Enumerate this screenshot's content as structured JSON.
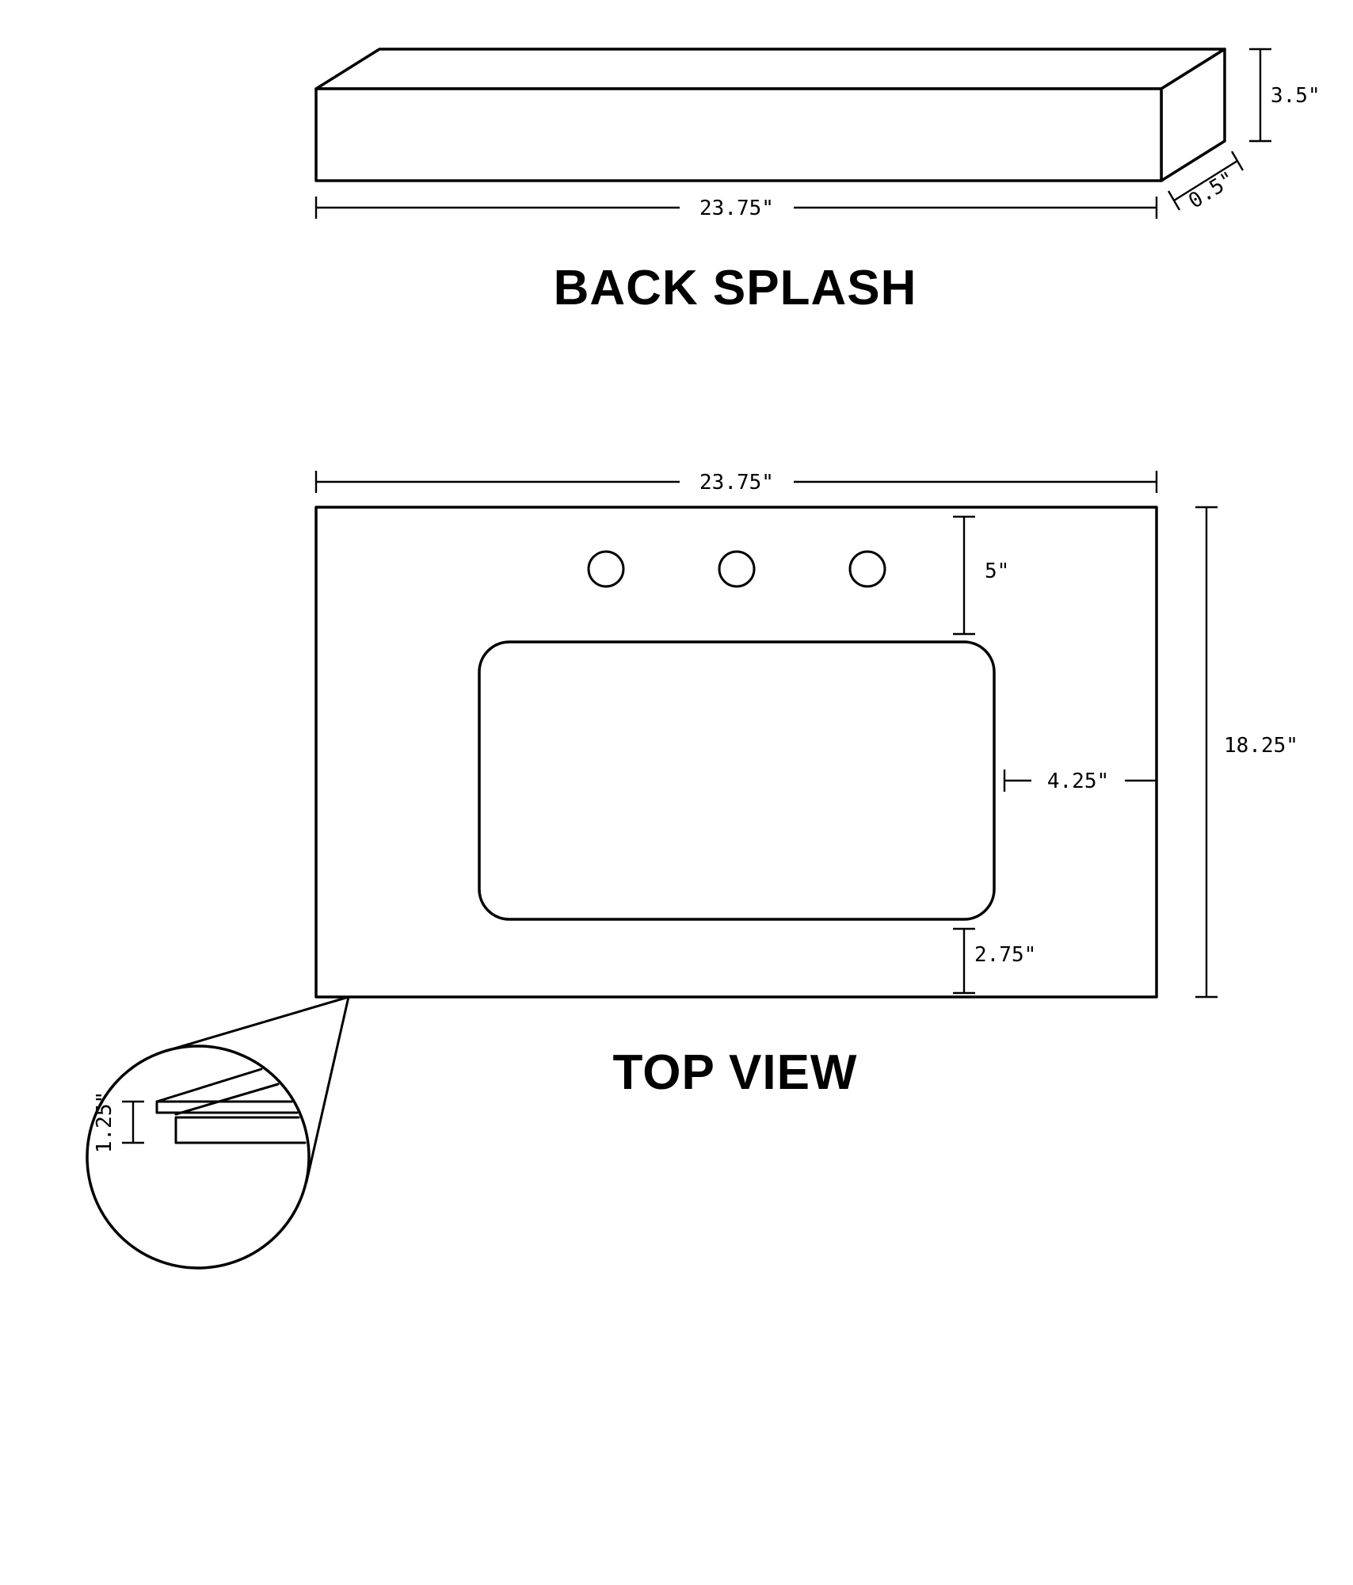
{
  "colors": {
    "line": "#000000",
    "background": "#ffffff"
  },
  "back_splash": {
    "title": "BACK SPLASH",
    "width": "23.75\"",
    "height": "3.5\"",
    "depth": "0.5\""
  },
  "top_view": {
    "title": "TOP VIEW",
    "width": "23.75\"",
    "height": "18.25\"",
    "faucet_offset": "5\"",
    "right_offset": "4.25\"",
    "front_offset": "2.75\"",
    "edge_thickness": "1.25\""
  }
}
